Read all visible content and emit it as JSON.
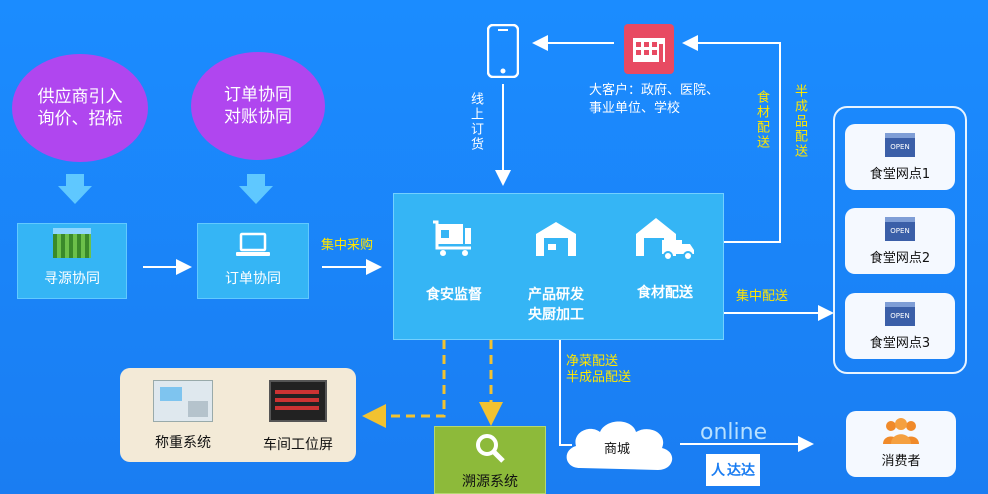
{
  "top_left": {
    "supplier_ellipse": [
      "供应商引入",
      "询价、招标"
    ],
    "order_ellipse": [
      "订单协同",
      "对账协同"
    ]
  },
  "boxes": {
    "sourcing": "寻源协同",
    "order": "订单协同",
    "central_cap1": "食安监督",
    "central_cap2": [
      "产品研发",
      "央厨加工"
    ],
    "central_cap3": "食材配送"
  },
  "labels": {
    "centralized_purchase": "集中采购",
    "online_order": "线上订货",
    "big_customer": [
      "大客户：政府、医院、",
      "事业单位、学校"
    ],
    "ingredient_delivery_v": "食材配送",
    "semi_delivery_v": "半成品配送",
    "centralized_delivery": "集中配送",
    "clean_veg": [
      "净菜配送",
      "半成品配送"
    ],
    "online": "online"
  },
  "canteens": [
    "食堂网点1",
    "食堂网点2",
    "食堂网点3"
  ],
  "bottom": {
    "weigh": "称重系统",
    "workshop": "车间工位屏",
    "trace": "溯源系统",
    "mall": "商城",
    "consumer": "消费者",
    "dada": "达达"
  },
  "colors": {
    "background": "#1a85f8",
    "box": "#35b5f5",
    "ellipse": "#b046ef",
    "accent_yellow": "#ffe600",
    "trace_box": "#8dba3a"
  }
}
